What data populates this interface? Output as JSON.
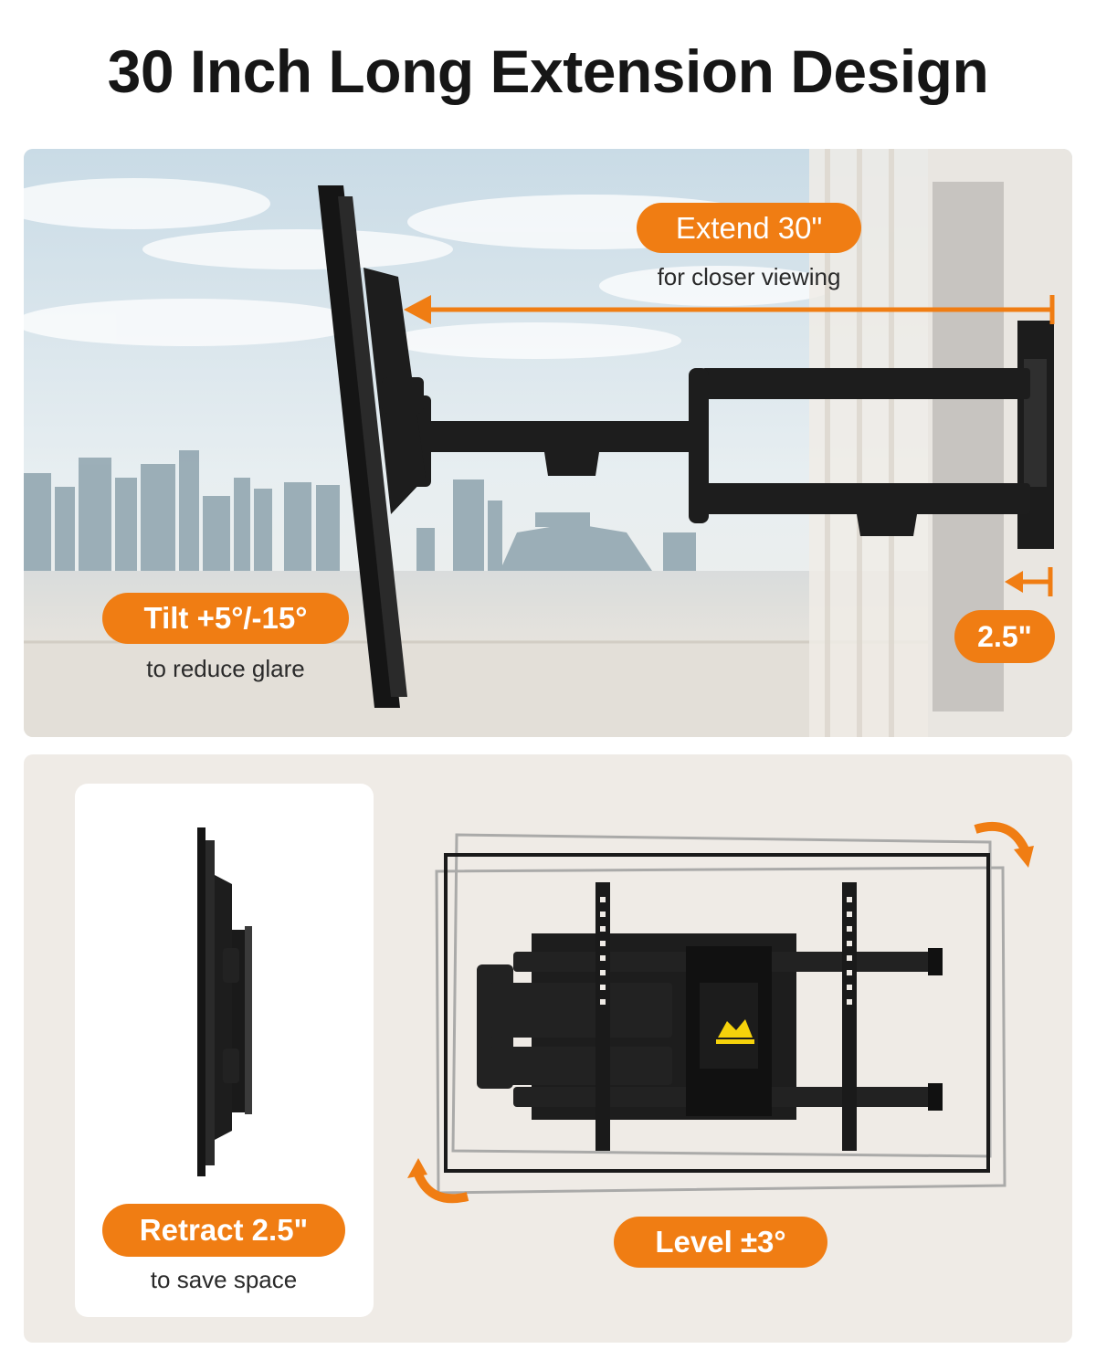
{
  "header": {
    "title": "30 Inch Long Extension Design"
  },
  "top_panel": {
    "extend": {
      "label": "Extend 30\"",
      "caption": "for closer viewing"
    },
    "tilt": {
      "label": "Tilt +5°/-15°",
      "caption": "to reduce glare"
    },
    "wall_gap": {
      "label": "2.5\""
    }
  },
  "bottom_panel": {
    "retract": {
      "label": "Retract 2.5\"",
      "caption": "to save space"
    },
    "level": {
      "label": "Level ±3°"
    }
  },
  "colors": {
    "accent": "#f07d13",
    "mount": "#1a1a1a",
    "panel_bg": "#ece9e4"
  }
}
